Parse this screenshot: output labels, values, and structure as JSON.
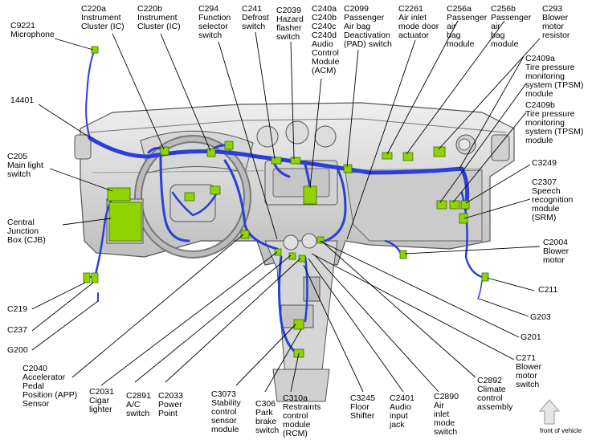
{
  "labels": {
    "c9221": "C9221\nMicrophone",
    "c220a": "C220a\nInstrument\nCluster (IC)",
    "c220b": "C220b\nInstrument\nCluster (IC)",
    "c294": "C294\nFunction\nselector\nswitch",
    "c241": "C241\nDefrost\nswitch",
    "c2039": "C2039\nHazard\nflasher\nswitch",
    "c240": "C240a\nC240b\nC240c\nC240d\nAudio\nControl\nModule\n(ACM)",
    "c2099": "C2099\nPassenger\nAir bag\nDeactivation\n(PAD) switch",
    "c2261": "C2261\nAir inlet\nmode door\nactuator",
    "c256a": "C256a\nPassenger\nair\nbag\nmodule",
    "c256b": "C256b\nPassenger\nair\nbag\nmodule",
    "c293": "C293\nBlower\nmotor\nresistor",
    "c2409a": "C2409a\nTire pressure\nmonitoring\nsystem (TPSM)\nmodule",
    "c2409b": "C2409b\nTire pressure\nmonitoring\nsystem (TPSM)\nmodule",
    "c14401": "14401",
    "c205": "C205\nMain light\nswitch",
    "cjb": "Central\nJunction\nBox (CJB)",
    "c3249": "C3249",
    "c2307": "C2307\nSpeech\nrecognition\nmodule\n(SRM)",
    "c2004": "C2004\nBlower\nmotor",
    "c211": "C211",
    "g203": "G203",
    "g201": "G201",
    "c271": "C271\nBlower\nmotor\nswitch",
    "c2892": "C2892\nClimate\ncontrol\nassembly",
    "c219": "C219",
    "c237": "C237",
    "g200": "G200",
    "c2040": "C2040\nAccelerator\nPedal\nPosition (APP)\nSensor",
    "c2031": "C2031\nCigar\nlighter",
    "c2891": "C2891\nA/C\nswitch",
    "c2033": "C2033\nPower\nPoint",
    "c3073": "C3073\nStability\ncontrol\nsensor\nmodule",
    "c306": "C306\nPark\nbrake\nswitch",
    "c310a": "C310a\nRestraints\ncontrol\nmodule\n(RCM)",
    "c3245": "C3245\nFloor\nShifter",
    "c2401": "C2401\nAudio\ninput\njack",
    "c2890": "C2890\nAir\ninlet\nmode\nswitch",
    "front": "front of vehicle"
  },
  "colors": {
    "harness": "#2b3fd6",
    "connector": "#8fd400",
    "dash_fill": "#d9d9d9",
    "dash_stroke": "#555555",
    "leader": "#000000"
  },
  "icons": {
    "front_arrow": "up-arrow-icon"
  }
}
